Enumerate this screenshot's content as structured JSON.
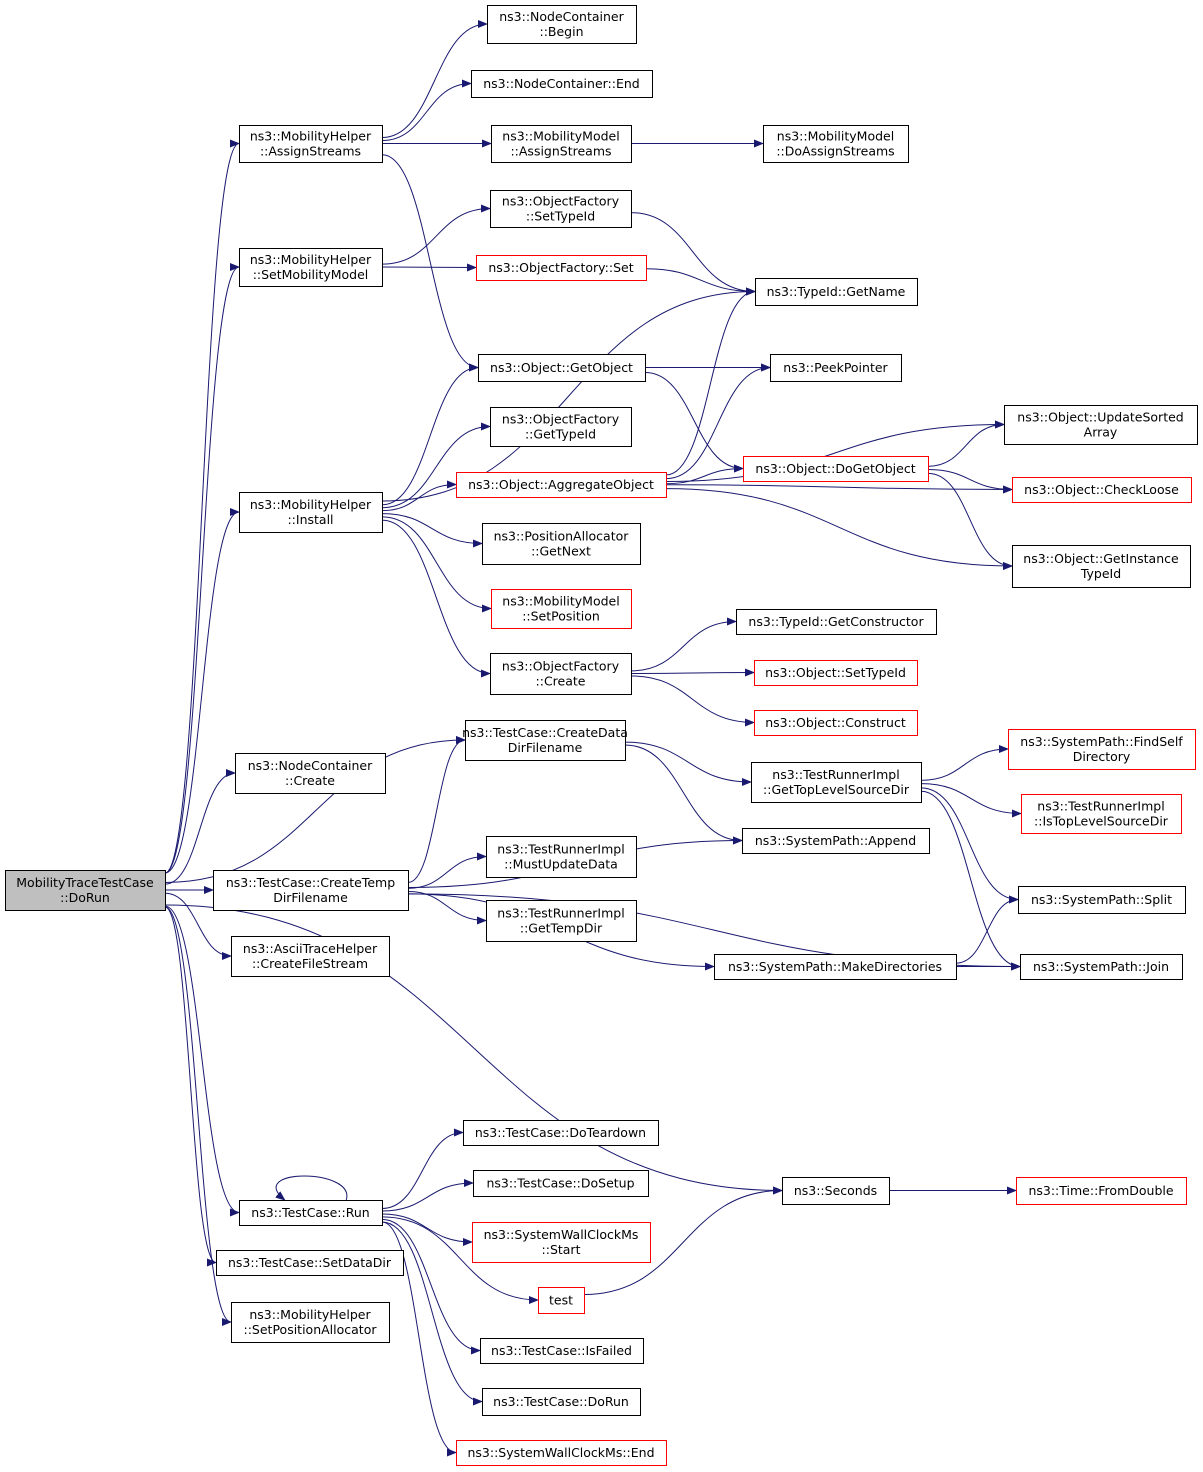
{
  "colors": {
    "edge": "#191970",
    "normal_border": "#000000",
    "truncated_border": "#ff0000",
    "root_fill": "#bfbfbf",
    "node_fill": "#ffffff"
  },
  "nodes": [
    {
      "id": "root",
      "lines": [
        "MobilityTraceTestCase",
        "::DoRun"
      ],
      "style": "root"
    },
    {
      "id": "mh_assign",
      "lines": [
        "ns3::MobilityHelper",
        "::AssignStreams"
      ],
      "style": "normal"
    },
    {
      "id": "nc_begin",
      "lines": [
        "ns3::NodeContainer",
        "::Begin"
      ],
      "style": "normal"
    },
    {
      "id": "nc_end",
      "lines": [
        "ns3::NodeContainer::End"
      ],
      "style": "normal"
    },
    {
      "id": "mm_assign",
      "lines": [
        "ns3::MobilityModel",
        "::AssignStreams"
      ],
      "style": "normal"
    },
    {
      "id": "mm_doassign",
      "lines": [
        "ns3::MobilityModel",
        "::DoAssignStreams"
      ],
      "style": "normal"
    },
    {
      "id": "of_settypeid",
      "lines": [
        "ns3::ObjectFactory",
        "::SetTypeId"
      ],
      "style": "normal"
    },
    {
      "id": "mh_setmm",
      "lines": [
        "ns3::MobilityHelper",
        "::SetMobilityModel"
      ],
      "style": "normal"
    },
    {
      "id": "of_set",
      "lines": [
        "ns3::ObjectFactory::Set"
      ],
      "style": "truncated"
    },
    {
      "id": "tid_getname",
      "lines": [
        "ns3::TypeId::GetName"
      ],
      "style": "normal"
    },
    {
      "id": "obj_getobject",
      "lines": [
        "ns3::Object::GetObject"
      ],
      "style": "normal"
    },
    {
      "id": "peekpointer",
      "lines": [
        "ns3::PeekPointer"
      ],
      "style": "normal"
    },
    {
      "id": "of_gettypeid",
      "lines": [
        "ns3::ObjectFactory",
        "::GetTypeId"
      ],
      "style": "normal"
    },
    {
      "id": "obj_updsorted",
      "lines": [
        "ns3::Object::UpdateSorted",
        "Array"
      ],
      "style": "normal"
    },
    {
      "id": "obj_aggregate",
      "lines": [
        "ns3::Object::AggregateObject"
      ],
      "style": "truncated"
    },
    {
      "id": "obj_dogetobject",
      "lines": [
        "ns3::Object::DoGetObject"
      ],
      "style": "truncated"
    },
    {
      "id": "obj_checkloose",
      "lines": [
        "ns3::Object::CheckLoose"
      ],
      "style": "truncated"
    },
    {
      "id": "mh_install",
      "lines": [
        "ns3::MobilityHelper",
        "::Install"
      ],
      "style": "normal"
    },
    {
      "id": "pa_getnext",
      "lines": [
        "ns3::PositionAllocator",
        "::GetNext"
      ],
      "style": "normal"
    },
    {
      "id": "obj_getinstance",
      "lines": [
        "ns3::Object::GetInstance",
        "TypeId"
      ],
      "style": "normal"
    },
    {
      "id": "mm_setposition",
      "lines": [
        "ns3::MobilityModel",
        "::SetPosition"
      ],
      "style": "truncated"
    },
    {
      "id": "tid_getctor",
      "lines": [
        "ns3::TypeId::GetConstructor"
      ],
      "style": "normal"
    },
    {
      "id": "of_create",
      "lines": [
        "ns3::ObjectFactory",
        "::Create"
      ],
      "style": "normal"
    },
    {
      "id": "obj_settypeid",
      "lines": [
        "ns3::Object::SetTypeId"
      ],
      "style": "truncated"
    },
    {
      "id": "obj_construct",
      "lines": [
        "ns3::Object::Construct"
      ],
      "style": "truncated"
    },
    {
      "id": "tc_createdata",
      "lines": [
        "ns3::TestCase::CreateData",
        "DirFilename"
      ],
      "style": "normal"
    },
    {
      "id": "sp_findself",
      "lines": [
        "ns3::SystemPath::FindSelf",
        "Directory"
      ],
      "style": "truncated"
    },
    {
      "id": "nc_create",
      "lines": [
        "ns3::NodeContainer",
        "::Create"
      ],
      "style": "normal"
    },
    {
      "id": "tri_gettoplevel",
      "lines": [
        "ns3::TestRunnerImpl",
        "::GetTopLevelSourceDir"
      ],
      "style": "normal"
    },
    {
      "id": "tri_istoplevel",
      "lines": [
        "ns3::TestRunnerImpl",
        "::IsTopLevelSourceDir"
      ],
      "style": "truncated"
    },
    {
      "id": "sp_append",
      "lines": [
        "ns3::SystemPath::Append"
      ],
      "style": "normal"
    },
    {
      "id": "tri_mustupdate",
      "lines": [
        "ns3::TestRunnerImpl",
        "::MustUpdateData"
      ],
      "style": "normal"
    },
    {
      "id": "tc_createtemp",
      "lines": [
        "ns3::TestCase::CreateTemp",
        "DirFilename"
      ],
      "style": "normal"
    },
    {
      "id": "sp_split",
      "lines": [
        "ns3::SystemPath::Split"
      ],
      "style": "normal"
    },
    {
      "id": "tri_gettempdir",
      "lines": [
        "ns3::TestRunnerImpl",
        "::GetTempDir"
      ],
      "style": "normal"
    },
    {
      "id": "ath_createfile",
      "lines": [
        "ns3::AsciiTraceHelper",
        "::CreateFileStream"
      ],
      "style": "normal"
    },
    {
      "id": "sp_makedirs",
      "lines": [
        "ns3::SystemPath::MakeDirectories"
      ],
      "style": "normal"
    },
    {
      "id": "sp_join",
      "lines": [
        "ns3::SystemPath::Join"
      ],
      "style": "normal"
    },
    {
      "id": "tc_doteardown",
      "lines": [
        "ns3::TestCase::DoTeardown"
      ],
      "style": "normal"
    },
    {
      "id": "tc_dosetup",
      "lines": [
        "ns3::TestCase::DoSetup"
      ],
      "style": "normal"
    },
    {
      "id": "seconds",
      "lines": [
        "ns3::Seconds"
      ],
      "style": "normal"
    },
    {
      "id": "time_fromdouble",
      "lines": [
        "ns3::Time::FromDouble"
      ],
      "style": "truncated"
    },
    {
      "id": "tc_run",
      "lines": [
        "ns3::TestCase::Run"
      ],
      "style": "normal"
    },
    {
      "id": "swc_start",
      "lines": [
        "ns3::SystemWallClockMs",
        "::Start"
      ],
      "style": "truncated"
    },
    {
      "id": "tc_setdatadir",
      "lines": [
        "ns3::TestCase::SetDataDir"
      ],
      "style": "normal"
    },
    {
      "id": "test",
      "lines": [
        "test"
      ],
      "style": "truncated"
    },
    {
      "id": "mh_setposalloc",
      "lines": [
        "ns3::MobilityHelper",
        "::SetPositionAllocator"
      ],
      "style": "normal"
    },
    {
      "id": "tc_isfailed",
      "lines": [
        "ns3::TestCase::IsFailed"
      ],
      "style": "normal"
    },
    {
      "id": "tc_dorun",
      "lines": [
        "ns3::TestCase::DoRun"
      ],
      "style": "normal"
    },
    {
      "id": "swc_end",
      "lines": [
        "ns3::SystemWallClockMs::End"
      ],
      "style": "truncated"
    }
  ],
  "edges": [
    [
      "root",
      "mh_assign"
    ],
    [
      "root",
      "mh_setmm"
    ],
    [
      "root",
      "mh_install"
    ],
    [
      "root",
      "nc_create"
    ],
    [
      "root",
      "tc_createdata"
    ],
    [
      "root",
      "tc_createtemp"
    ],
    [
      "root",
      "ath_createfile"
    ],
    [
      "root",
      "seconds"
    ],
    [
      "root",
      "tc_run"
    ],
    [
      "root",
      "tc_setdatadir"
    ],
    [
      "root",
      "mh_setposalloc"
    ],
    [
      "mh_assign",
      "nc_begin"
    ],
    [
      "mh_assign",
      "nc_end"
    ],
    [
      "mh_assign",
      "mm_assign"
    ],
    [
      "mh_assign",
      "obj_getobject"
    ],
    [
      "mm_assign",
      "mm_doassign"
    ],
    [
      "mh_setmm",
      "of_settypeid"
    ],
    [
      "mh_setmm",
      "of_set"
    ],
    [
      "of_settypeid",
      "tid_getname"
    ],
    [
      "of_set",
      "tid_getname"
    ],
    [
      "obj_getobject",
      "peekpointer"
    ],
    [
      "obj_getobject",
      "obj_dogetobject"
    ],
    [
      "mh_install",
      "tid_getname"
    ],
    [
      "mh_install",
      "obj_getobject"
    ],
    [
      "mh_install",
      "of_gettypeid"
    ],
    [
      "mh_install",
      "obj_aggregate"
    ],
    [
      "mh_install",
      "pa_getnext"
    ],
    [
      "mh_install",
      "mm_setposition"
    ],
    [
      "mh_install",
      "of_create"
    ],
    [
      "obj_aggregate",
      "tid_getname"
    ],
    [
      "obj_aggregate",
      "peekpointer"
    ],
    [
      "obj_aggregate",
      "obj_updsorted"
    ],
    [
      "obj_aggregate",
      "obj_dogetobject"
    ],
    [
      "obj_aggregate",
      "obj_checkloose"
    ],
    [
      "obj_aggregate",
      "obj_getinstance"
    ],
    [
      "obj_dogetobject",
      "obj_updsorted"
    ],
    [
      "obj_dogetobject",
      "obj_checkloose"
    ],
    [
      "obj_dogetobject",
      "obj_getinstance"
    ],
    [
      "of_create",
      "tid_getctor"
    ],
    [
      "of_create",
      "obj_settypeid"
    ],
    [
      "of_create",
      "obj_construct"
    ],
    [
      "tc_createdata",
      "tri_gettoplevel"
    ],
    [
      "tc_createdata",
      "sp_append"
    ],
    [
      "tri_gettoplevel",
      "sp_findself"
    ],
    [
      "tri_gettoplevel",
      "tri_istoplevel"
    ],
    [
      "tri_gettoplevel",
      "sp_split"
    ],
    [
      "tri_gettoplevel",
      "sp_join"
    ],
    [
      "tc_createtemp",
      "tc_createdata"
    ],
    [
      "tc_createtemp",
      "sp_append"
    ],
    [
      "tc_createtemp",
      "tri_mustupdate"
    ],
    [
      "tc_createtemp",
      "tri_gettempdir"
    ],
    [
      "tc_createtemp",
      "sp_makedirs"
    ],
    [
      "tc_createtemp",
      "sp_join"
    ],
    [
      "sp_makedirs",
      "sp_split"
    ],
    [
      "sp_makedirs",
      "sp_join"
    ],
    [
      "seconds",
      "time_fromdouble"
    ],
    [
      "tc_run",
      "tc_run"
    ],
    [
      "tc_run",
      "tc_doteardown"
    ],
    [
      "tc_run",
      "tc_dosetup"
    ],
    [
      "tc_run",
      "swc_start"
    ],
    [
      "tc_run",
      "test"
    ],
    [
      "tc_run",
      "tc_isfailed"
    ],
    [
      "tc_run",
      "tc_dorun"
    ],
    [
      "tc_run",
      "swc_end"
    ],
    [
      "test",
      "seconds"
    ]
  ]
}
